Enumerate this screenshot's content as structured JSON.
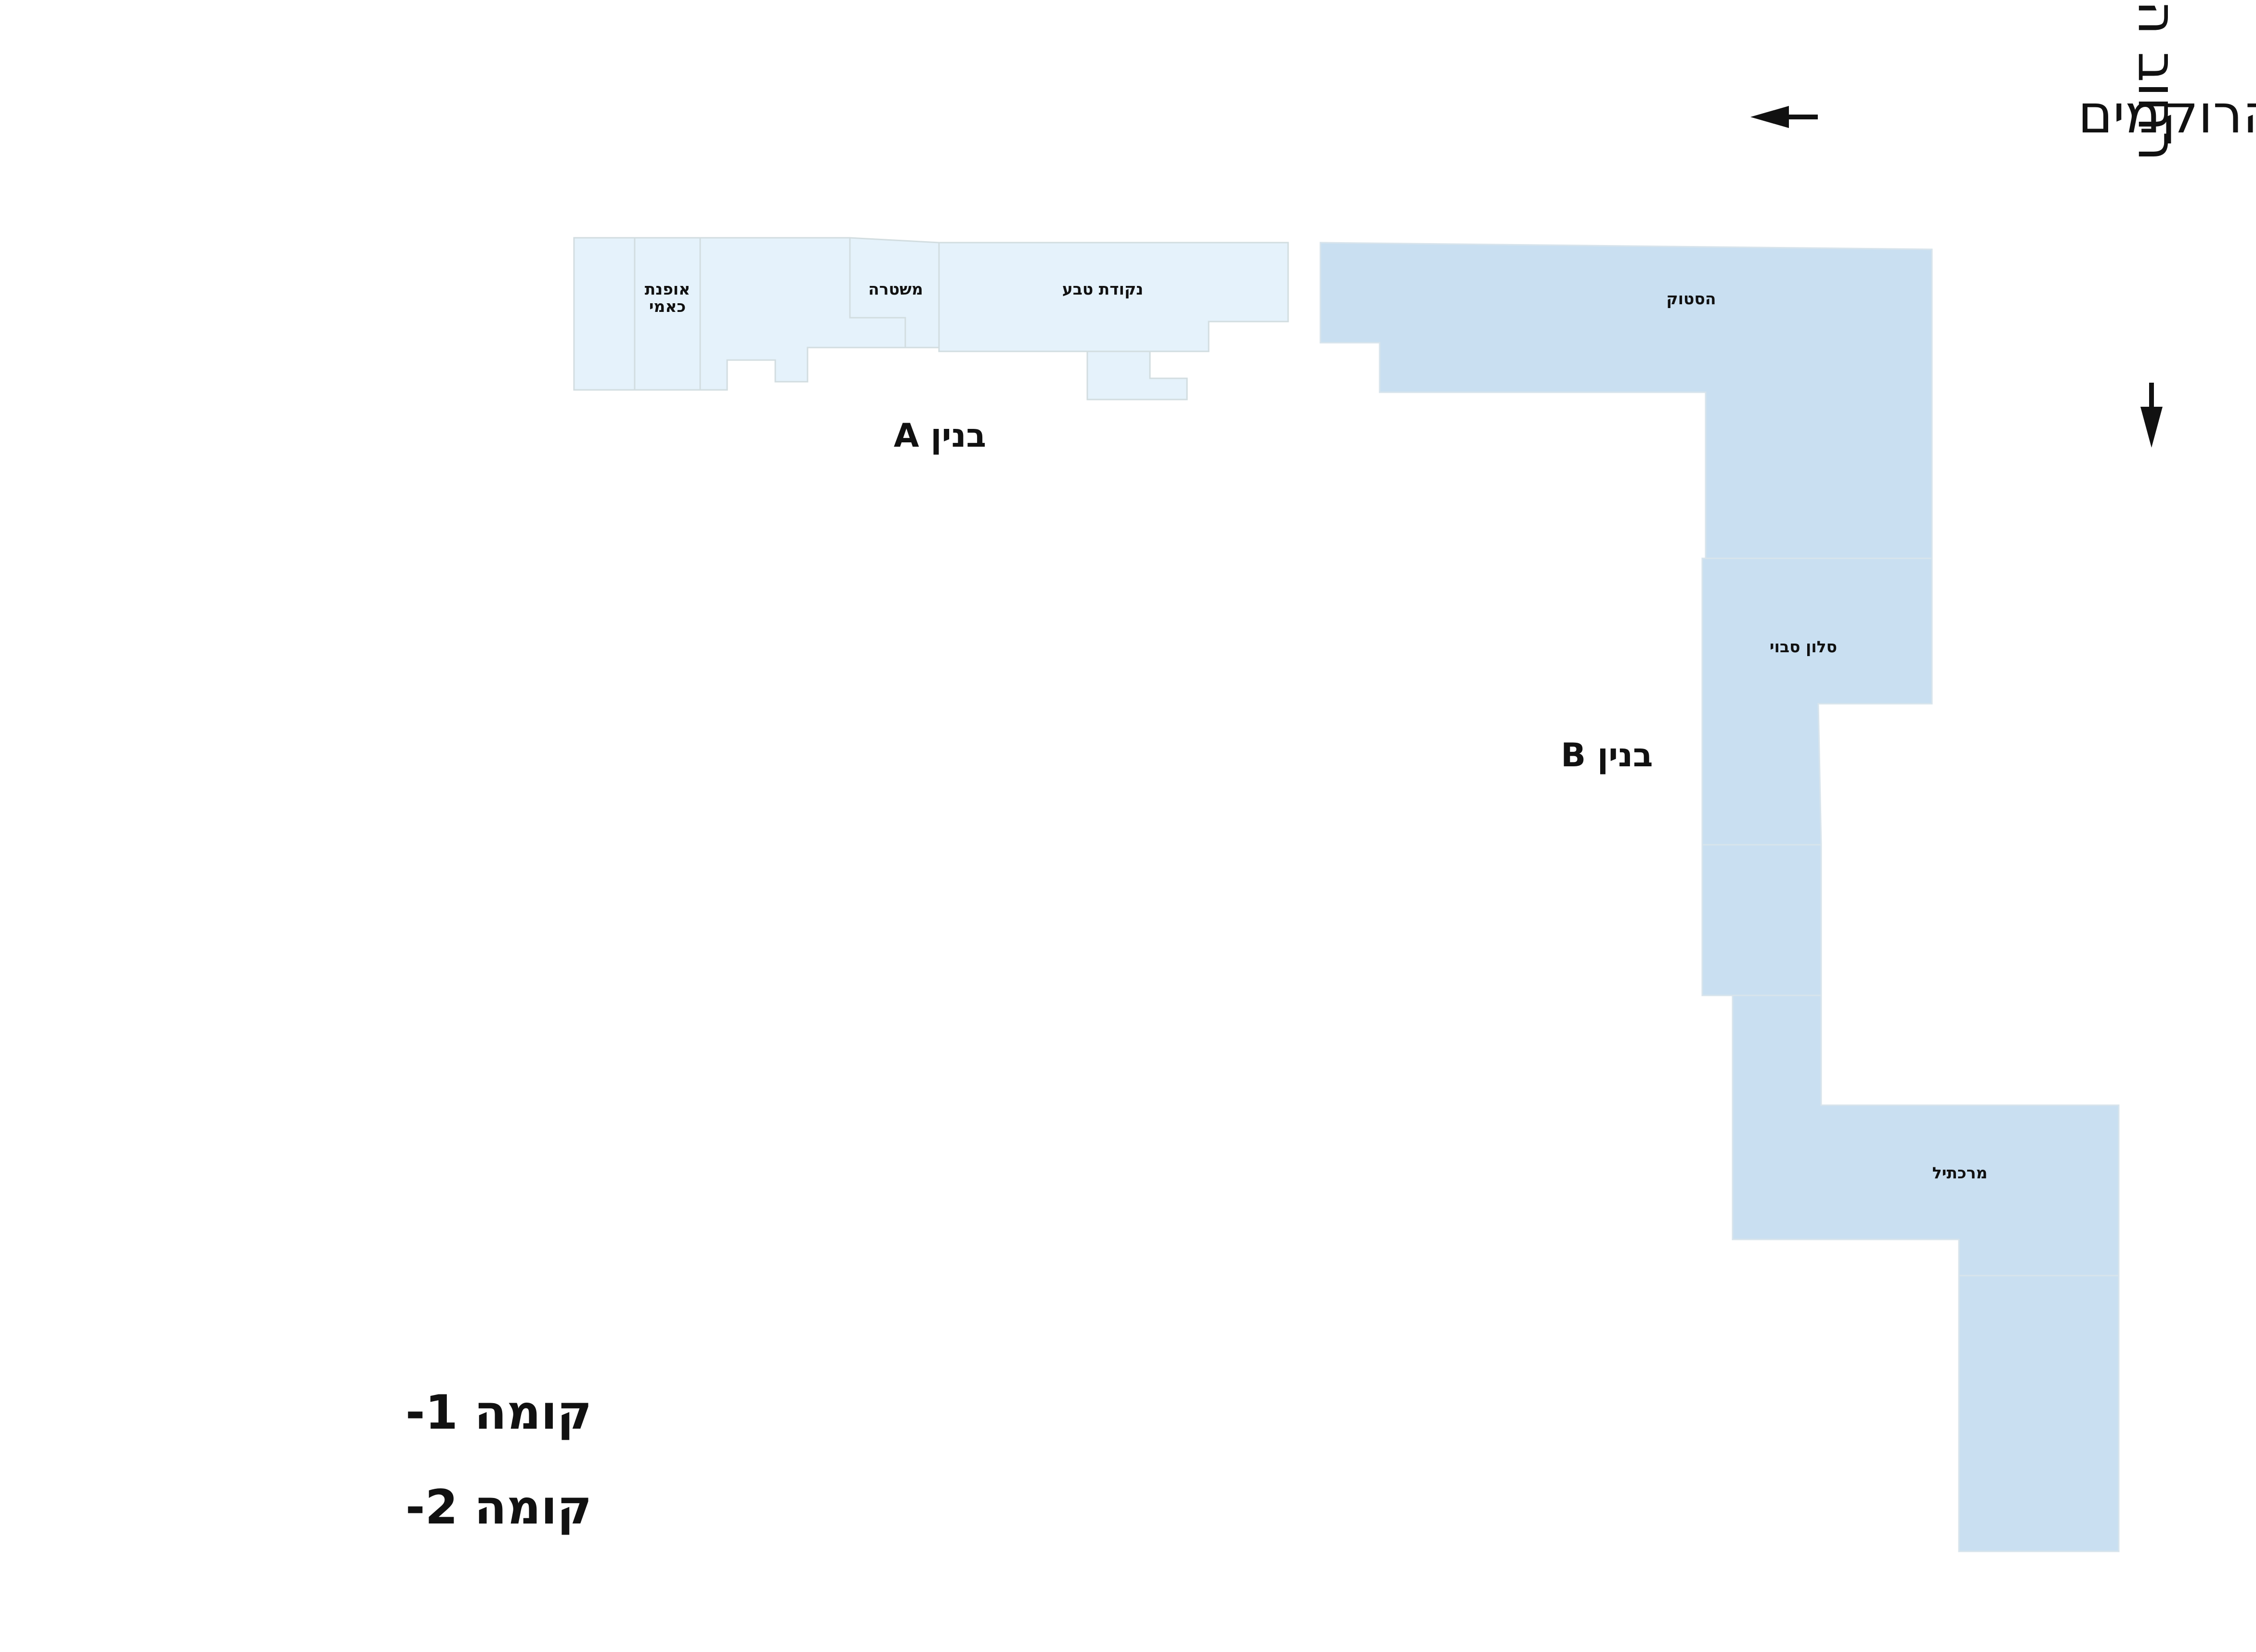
{
  "colors": {
    "building_a_fill": "#e5f2fb",
    "building_b_fill": "#c9dff1",
    "text": "#111111"
  },
  "streets": {
    "horizontal": "רחוב הרוקמים",
    "vertical": "רחוב הלהב",
    "arrow_icon": "arrow-left-icon",
    "vertical_arrow_icon": "arrow-down-icon"
  },
  "buildings": {
    "a": {
      "label": "בנין A"
    },
    "b": {
      "label": "בנין B"
    }
  },
  "stores": {
    "ofnat_line1": "אופנת",
    "ofnat_line2": "כאמי",
    "mishtara": "משטרה",
    "nekudat_teva": "נקודת טבע",
    "hastok": "הסטוק",
    "salon_sabi": "סלון סבוי",
    "merkatil": "מרכתיל"
  },
  "floors": [
    {
      "label": "קומה 1-"
    },
    {
      "label": "קומה 2-"
    }
  ]
}
